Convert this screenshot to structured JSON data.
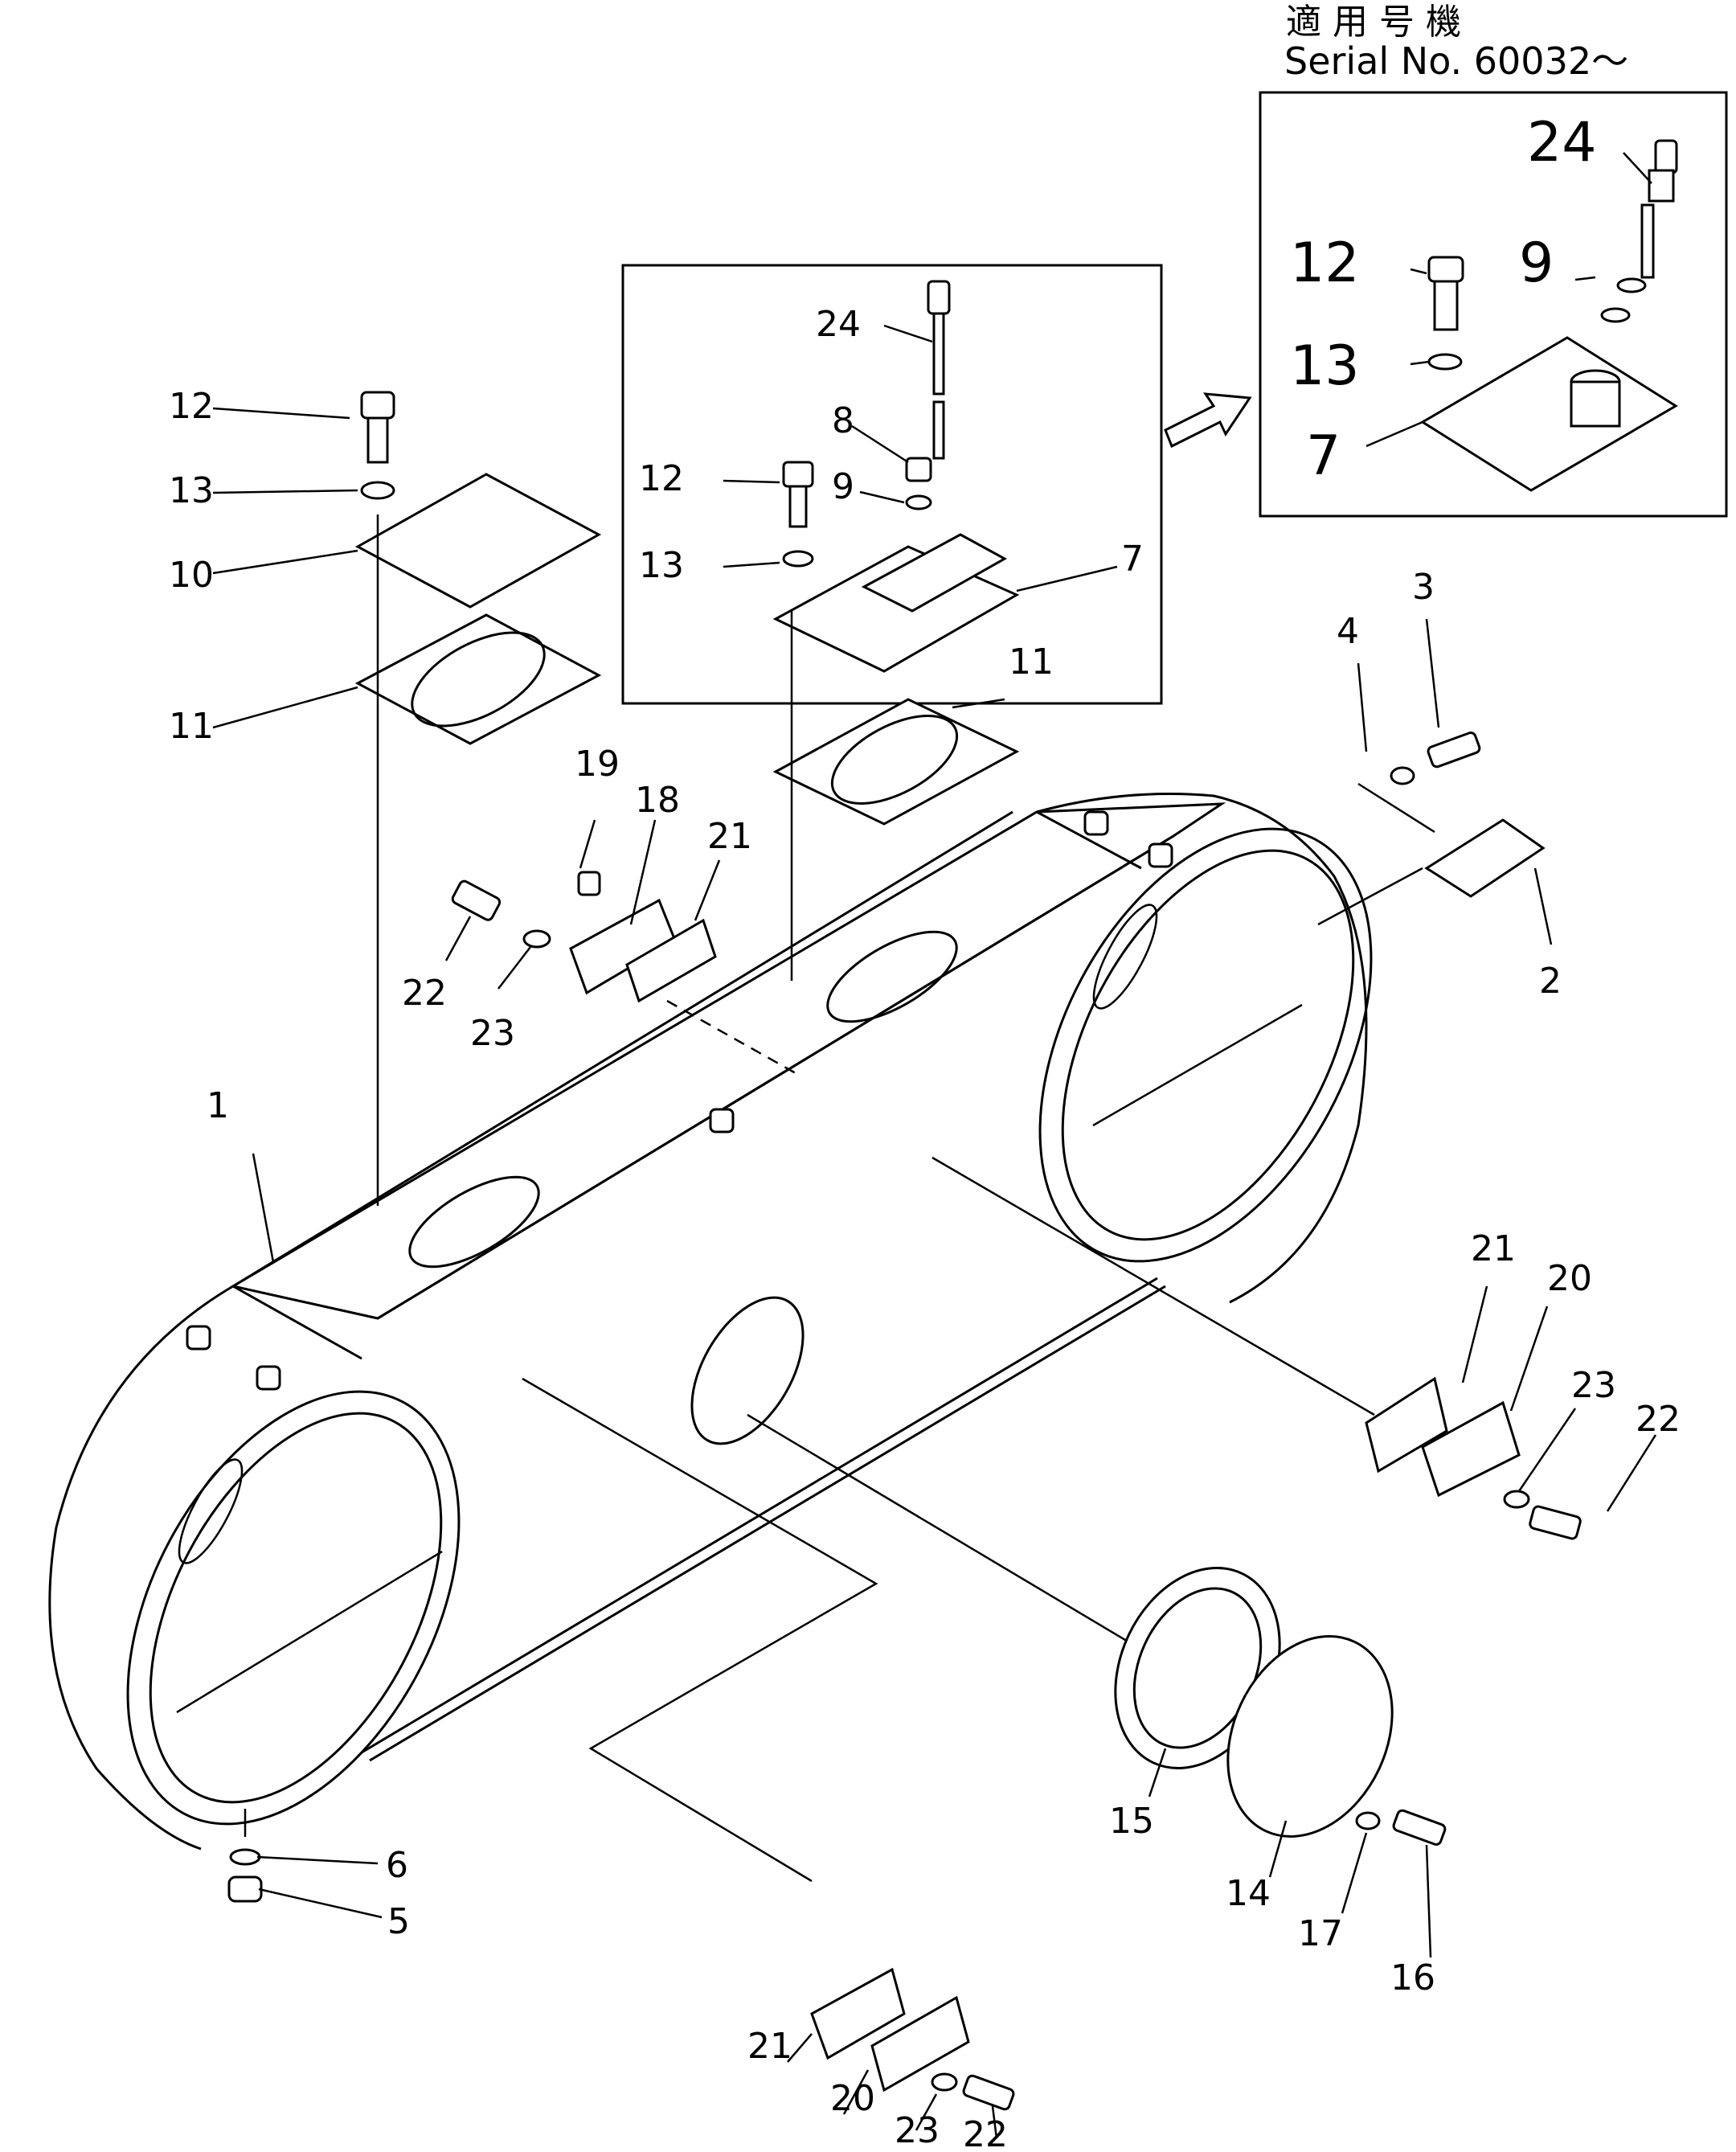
{
  "header": {
    "applicable_label": "適用号機",
    "serial_label": "Serial No. 60032～"
  },
  "callouts": {
    "c1": "1",
    "c2": "2",
    "c3": "3",
    "c4": "4",
    "c5": "5",
    "c6": "6",
    "c7_inset": "7",
    "c8": "8",
    "c9_inset": "9",
    "c10": "10",
    "c11_left": "11",
    "c11_inset": "11",
    "c12_left": "12",
    "c12_inset": "12",
    "c13_left": "13",
    "c13_inset": "13",
    "c14": "14",
    "c15": "15",
    "c16": "16",
    "c17": "17",
    "c18": "18",
    "c19": "19",
    "c20_right": "20",
    "c20_bottom": "20",
    "c21_top": "21",
    "c21_right": "21",
    "c21_bottom": "21",
    "c22_top": "22",
    "c22_right": "22",
    "c22_bottom": "22",
    "c23_top": "23",
    "c23_right": "23",
    "c23_bottom": "23",
    "c24_inset": "24",
    "s24": "24",
    "s12": "12",
    "s9": "9",
    "s13": "13",
    "s7": "7"
  },
  "colors": {
    "ink": "#000000",
    "paper": "#ffffff"
  }
}
